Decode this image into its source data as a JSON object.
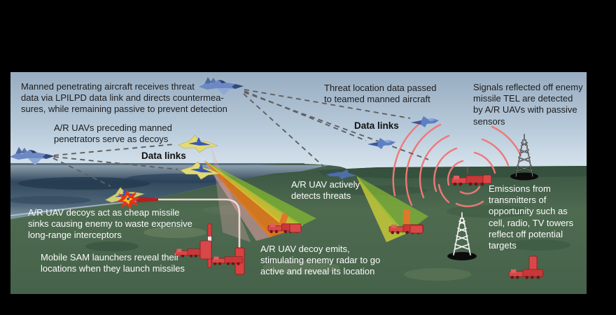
{
  "figure": {
    "callouts_dark": {
      "manned_penetrating": "Manned penetrating aircraft receives threat\ndata via LPILPD data link and directs countermea-\nsures, while remaining passive to prevent detection",
      "uav_decoys_preceding": "A/R UAVs preceding manned\npenetrators serve as decoys",
      "threat_location": "Threat location data passed\nto teamed manned aircraft",
      "signals_reflected": "Signals reflected off enemy\nmissile TEL are detected\nby A/R UAVs with passive\nsensors"
    },
    "labels": {
      "data_links_left": "Data links",
      "data_links_right": "Data links"
    },
    "callouts_light": {
      "decoy_missile_sinks": "A/R UAV decoys act as cheap missile\nsinks causing enemy to waste expensive\nlong-range interceptors",
      "mobile_sam": "Mobile SAM launchers reveal their\nlocations when they launch missiles",
      "uav_actively_detects": "A/R UAV actively\ndetects threats",
      "uav_decoy_emits": "A/R UAV decoy emits,\nstimulating enemy radar to go\nactive and reveal its location",
      "emissions_towers": "Emissions from\ntransmitters of\nopportunity such as\ncell, radio, TV towers\nreflect off potential\ntargets"
    },
    "icons": [
      "manned-penetrator-jet-icon",
      "escort-jet-icon",
      "teamed-aircraft-icon",
      "decoy-uav-icon",
      "destroyed-decoy-uav-icon",
      "surveillance-uav-icon",
      "explosion-icon",
      "missile-icon",
      "sam-launcher-icon",
      "tel-vehicle-icon",
      "radar-vehicle-icon",
      "radio-tower-icon",
      "emission-arcs",
      "radar-beam",
      "data-link-dashed-line",
      "missile-trail"
    ],
    "colors": {
      "background": "#000000",
      "sky_top": "#98acc1",
      "sky_horizon": "#d8e5ee",
      "sea_dark": "#33495d",
      "land_green": "#4e6b50",
      "beam_orange": "#e87818",
      "beam_yellow": "#e0cc30",
      "beam_green": "#8cc032",
      "emission_red": "#ef7878",
      "vehicle_red": "#d04040",
      "decoy_yellow": "#e2da78",
      "aircraft_blue": "#5e7fc2",
      "trail_pink": "#f5dcda",
      "dashed_line_gray": "#606060",
      "text_dark": "#1c1c1c",
      "text_light": "#fbfbfb"
    }
  }
}
